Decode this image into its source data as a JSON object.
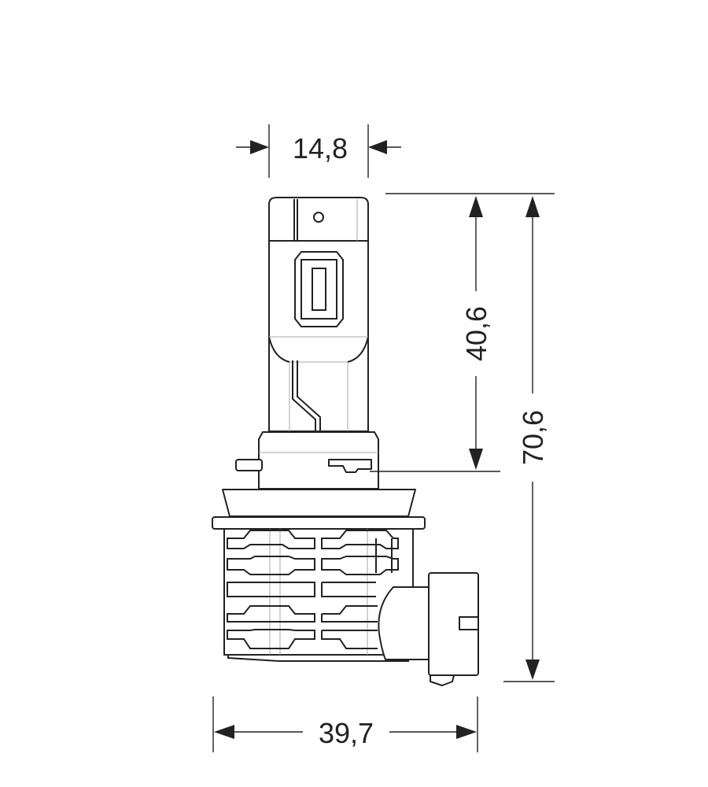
{
  "dimensions": {
    "width_top": "14,8",
    "height_upper": "40,6",
    "height_total": "70,6",
    "width_bottom": "39,7"
  },
  "colors": {
    "line": "#222222",
    "background": "#ffffff"
  }
}
